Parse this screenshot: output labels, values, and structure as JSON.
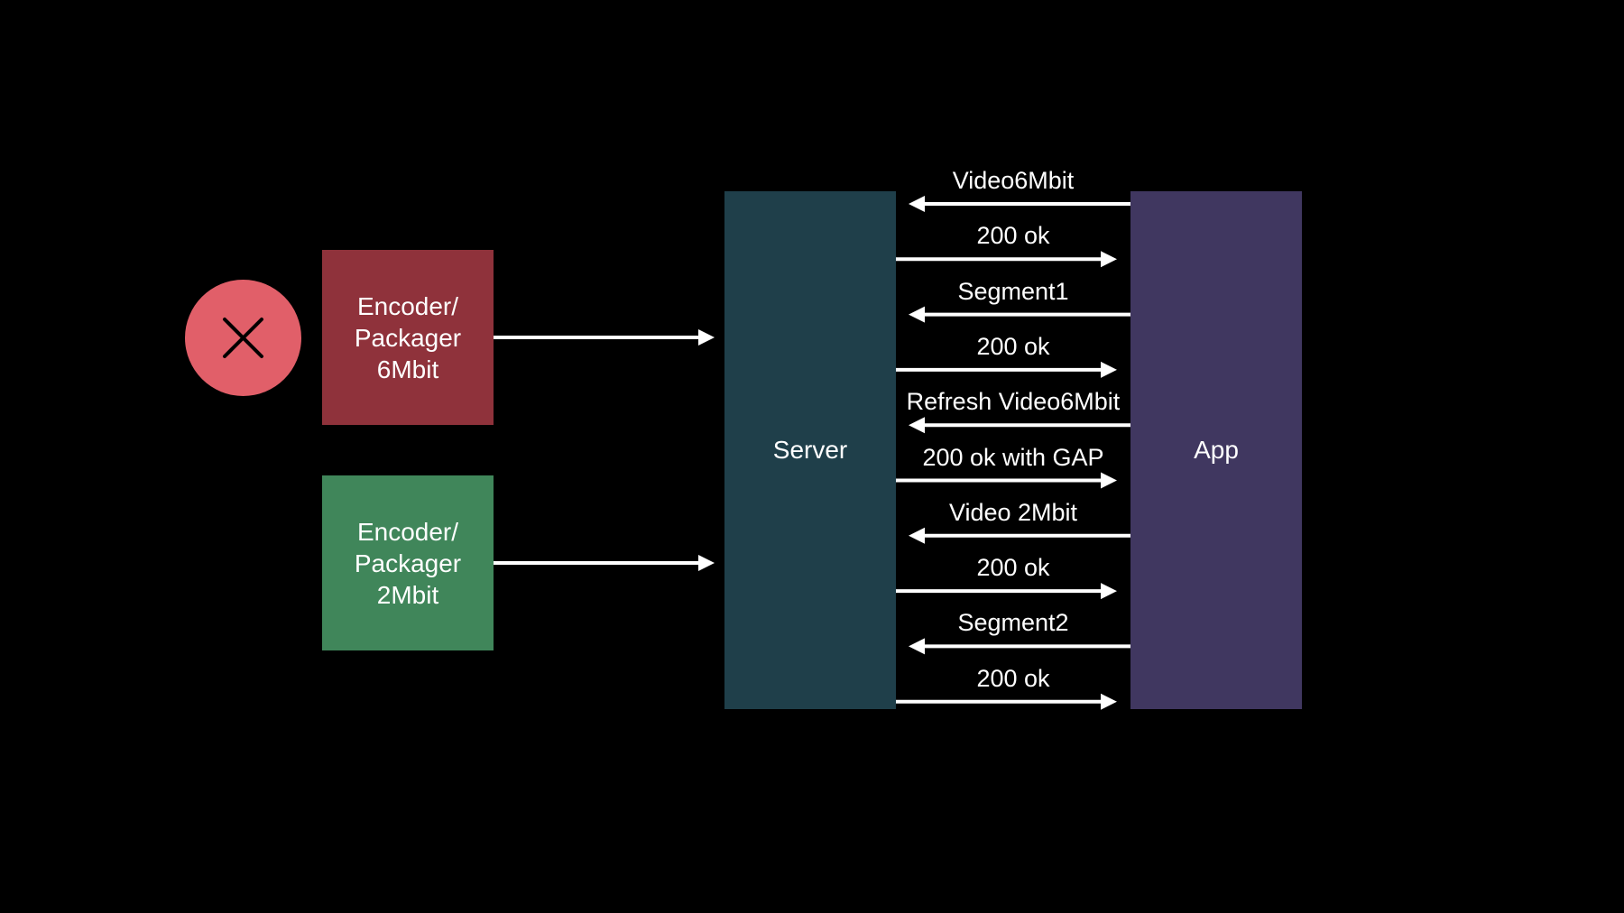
{
  "colors": {
    "background": "#000000",
    "fail": "#e15f69",
    "encoder_6mbit": "#8f323b",
    "encoder_2mbit": "#40865a",
    "server": "#1f3f4a",
    "app": "#403760",
    "arrow": "#ffffff"
  },
  "fail_icon": "close-icon",
  "encoders": [
    {
      "line1": "Encoder/",
      "line2": "Packager",
      "line3": "6Mbit"
    },
    {
      "line1": "Encoder/",
      "line2": "Packager",
      "line3": "2Mbit"
    }
  ],
  "server": {
    "label": "Server"
  },
  "app": {
    "label": "App"
  },
  "messages": [
    {
      "label": "Video6Mbit",
      "direction": "to-server"
    },
    {
      "label": "200 ok",
      "direction": "to-app"
    },
    {
      "label": "Segment1",
      "direction": "to-server"
    },
    {
      "label": "200 ok",
      "direction": "to-app"
    },
    {
      "label": "Refresh Video6Mbit",
      "direction": "to-server"
    },
    {
      "label": "200 ok with GAP",
      "direction": "to-app"
    },
    {
      "label": "Video 2Mbit",
      "direction": "to-server"
    },
    {
      "label": "200 ok",
      "direction": "to-app"
    },
    {
      "label": "Segment2",
      "direction": "to-server"
    },
    {
      "label": "200 ok",
      "direction": "to-app"
    }
  ]
}
